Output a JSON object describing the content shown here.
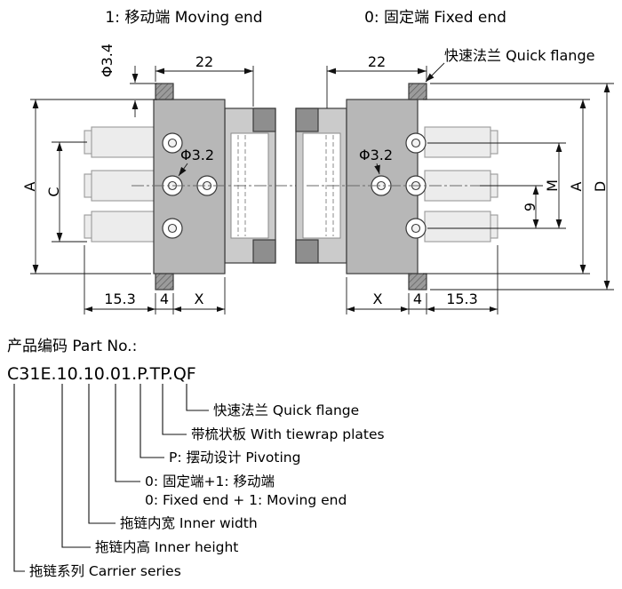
{
  "titles": {
    "moving_end": "1: 移动端 Moving end",
    "fixed_end": "0: 固定端 Fixed end"
  },
  "annotations": {
    "quick_flange": "快速法兰 Quick flange",
    "hole_dia": "Φ3.2",
    "pin_dia": "Φ3.4"
  },
  "dimensions": {
    "top_width": "22",
    "link_length": "15.3",
    "tab_width": "4",
    "x_var": "X",
    "hole_spacing": "9",
    "height_A": "A",
    "height_C": "C",
    "height_M": "M",
    "height_D": "D"
  },
  "part_number": {
    "label": "产品编码 Part No.:",
    "code": "C31E.10.10.01.P.TP.QF",
    "legend": [
      {
        "line1": "快速法兰 Quick flange"
      },
      {
        "line1": "带梳状板 With tiewrap plates"
      },
      {
        "line1": "P: 摆动设计 Pivoting"
      },
      {
        "line1": "0: 固定端+1: 移动端",
        "line2": "0: Fixed end + 1: Moving end"
      },
      {
        "line1": "拖链内宽 Inner width"
      },
      {
        "line1": "拖链内高 Inner height"
      },
      {
        "line1": "拖链系列 Carrier series"
      }
    ]
  }
}
